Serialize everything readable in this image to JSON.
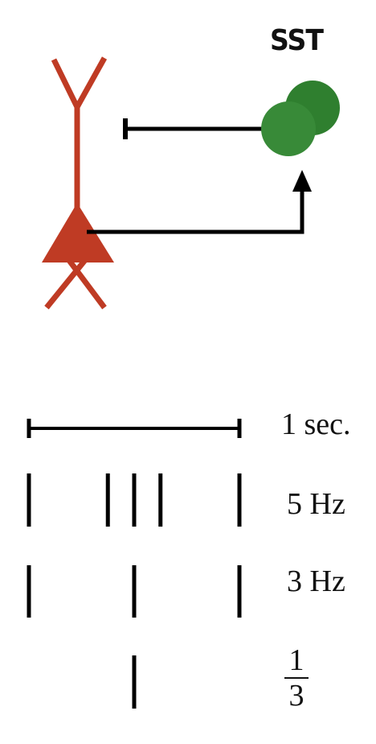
{
  "colors": {
    "pyramidal": "#bf3b24",
    "sst": "#388a38",
    "sst_back": "#2f7f2f",
    "ink": "#000000"
  },
  "labels": {
    "sst": "SST",
    "scale": "1 sec.",
    "rate_5": "5 Hz",
    "rate_3": "3 Hz",
    "rate_third_numerator": "1",
    "rate_third_denominator": "3"
  },
  "scale_bar_seconds": 1,
  "spike_trains": [
    {
      "name": "5 Hz",
      "spike_times_s": [
        0.0,
        0.375,
        0.5,
        0.625,
        1.0
      ]
    },
    {
      "name": "3 Hz",
      "spike_times_s": [
        0.0,
        0.5,
        1.0
      ]
    },
    {
      "name": "1/3",
      "spike_times_s": [
        0.5
      ]
    }
  ]
}
